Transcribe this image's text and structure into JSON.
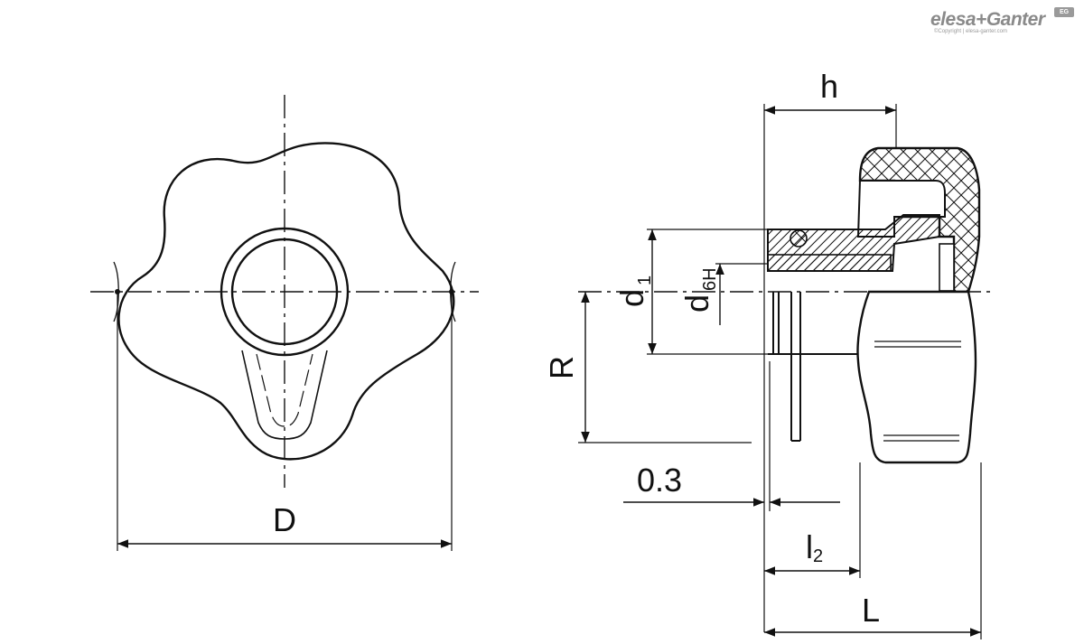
{
  "brand": {
    "name": "elesa+Ganter",
    "copyright": "©Copyright | elesa-ganter.com",
    "badge": "EG"
  },
  "labels": {
    "D": "D",
    "h": "h",
    "d1": "d",
    "d1_sub": "1",
    "d6H": "d",
    "d6H_sub": "6H",
    "R": "R",
    "gap": "0.3",
    "l2": "l",
    "l2_sub": "2",
    "L": "L"
  }
}
